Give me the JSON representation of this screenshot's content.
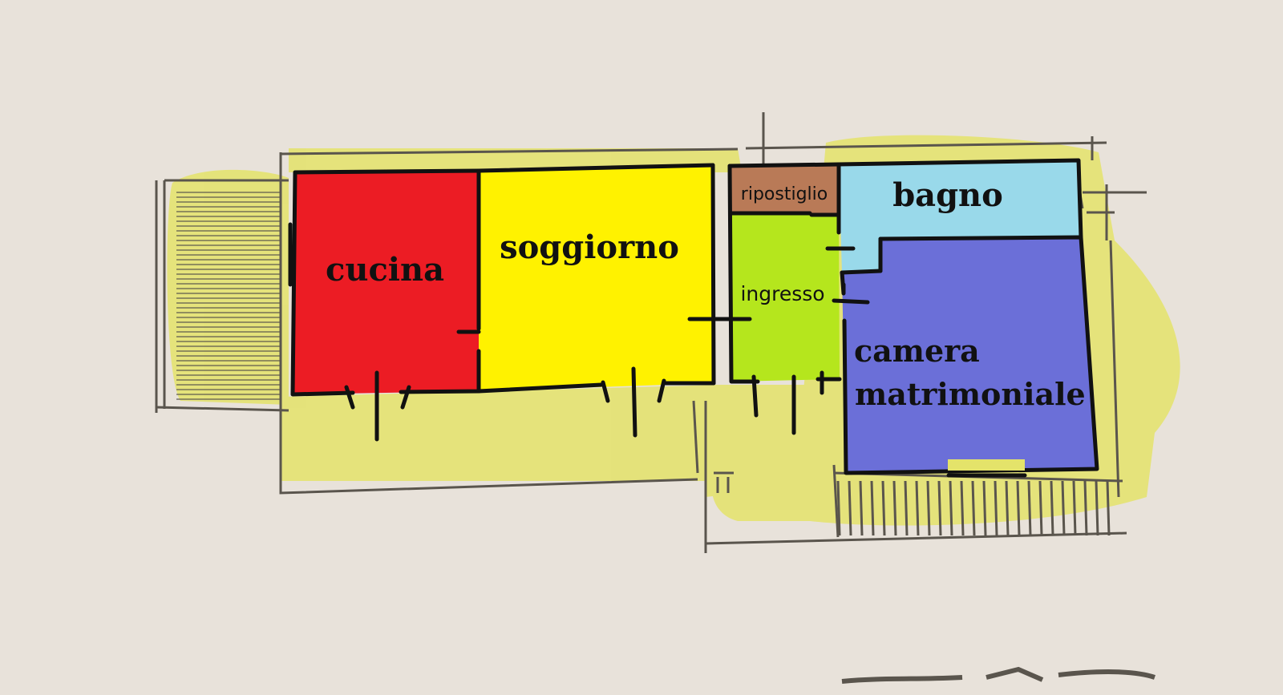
{
  "rooms": {
    "cucina": {
      "label": "cucina",
      "color": "#ec1c24"
    },
    "soggiorno": {
      "label": "soggiorno",
      "color": "#fff200"
    },
    "ripostiglio": {
      "label": "ripostiglio",
      "color": "#b97a57"
    },
    "ingresso": {
      "label": "ingresso",
      "color": "#b5e61d"
    },
    "bagno": {
      "label": "bagno",
      "color": "#99d9ea"
    },
    "camera": {
      "label_line1": "camera",
      "label_line2": "matrimoniale",
      "color": "#6b6fd8"
    }
  },
  "colors": {
    "paper": "#e8e2da",
    "highlighter": "#e4e36a",
    "wall": "#111111",
    "pencil": "#5a554d"
  }
}
